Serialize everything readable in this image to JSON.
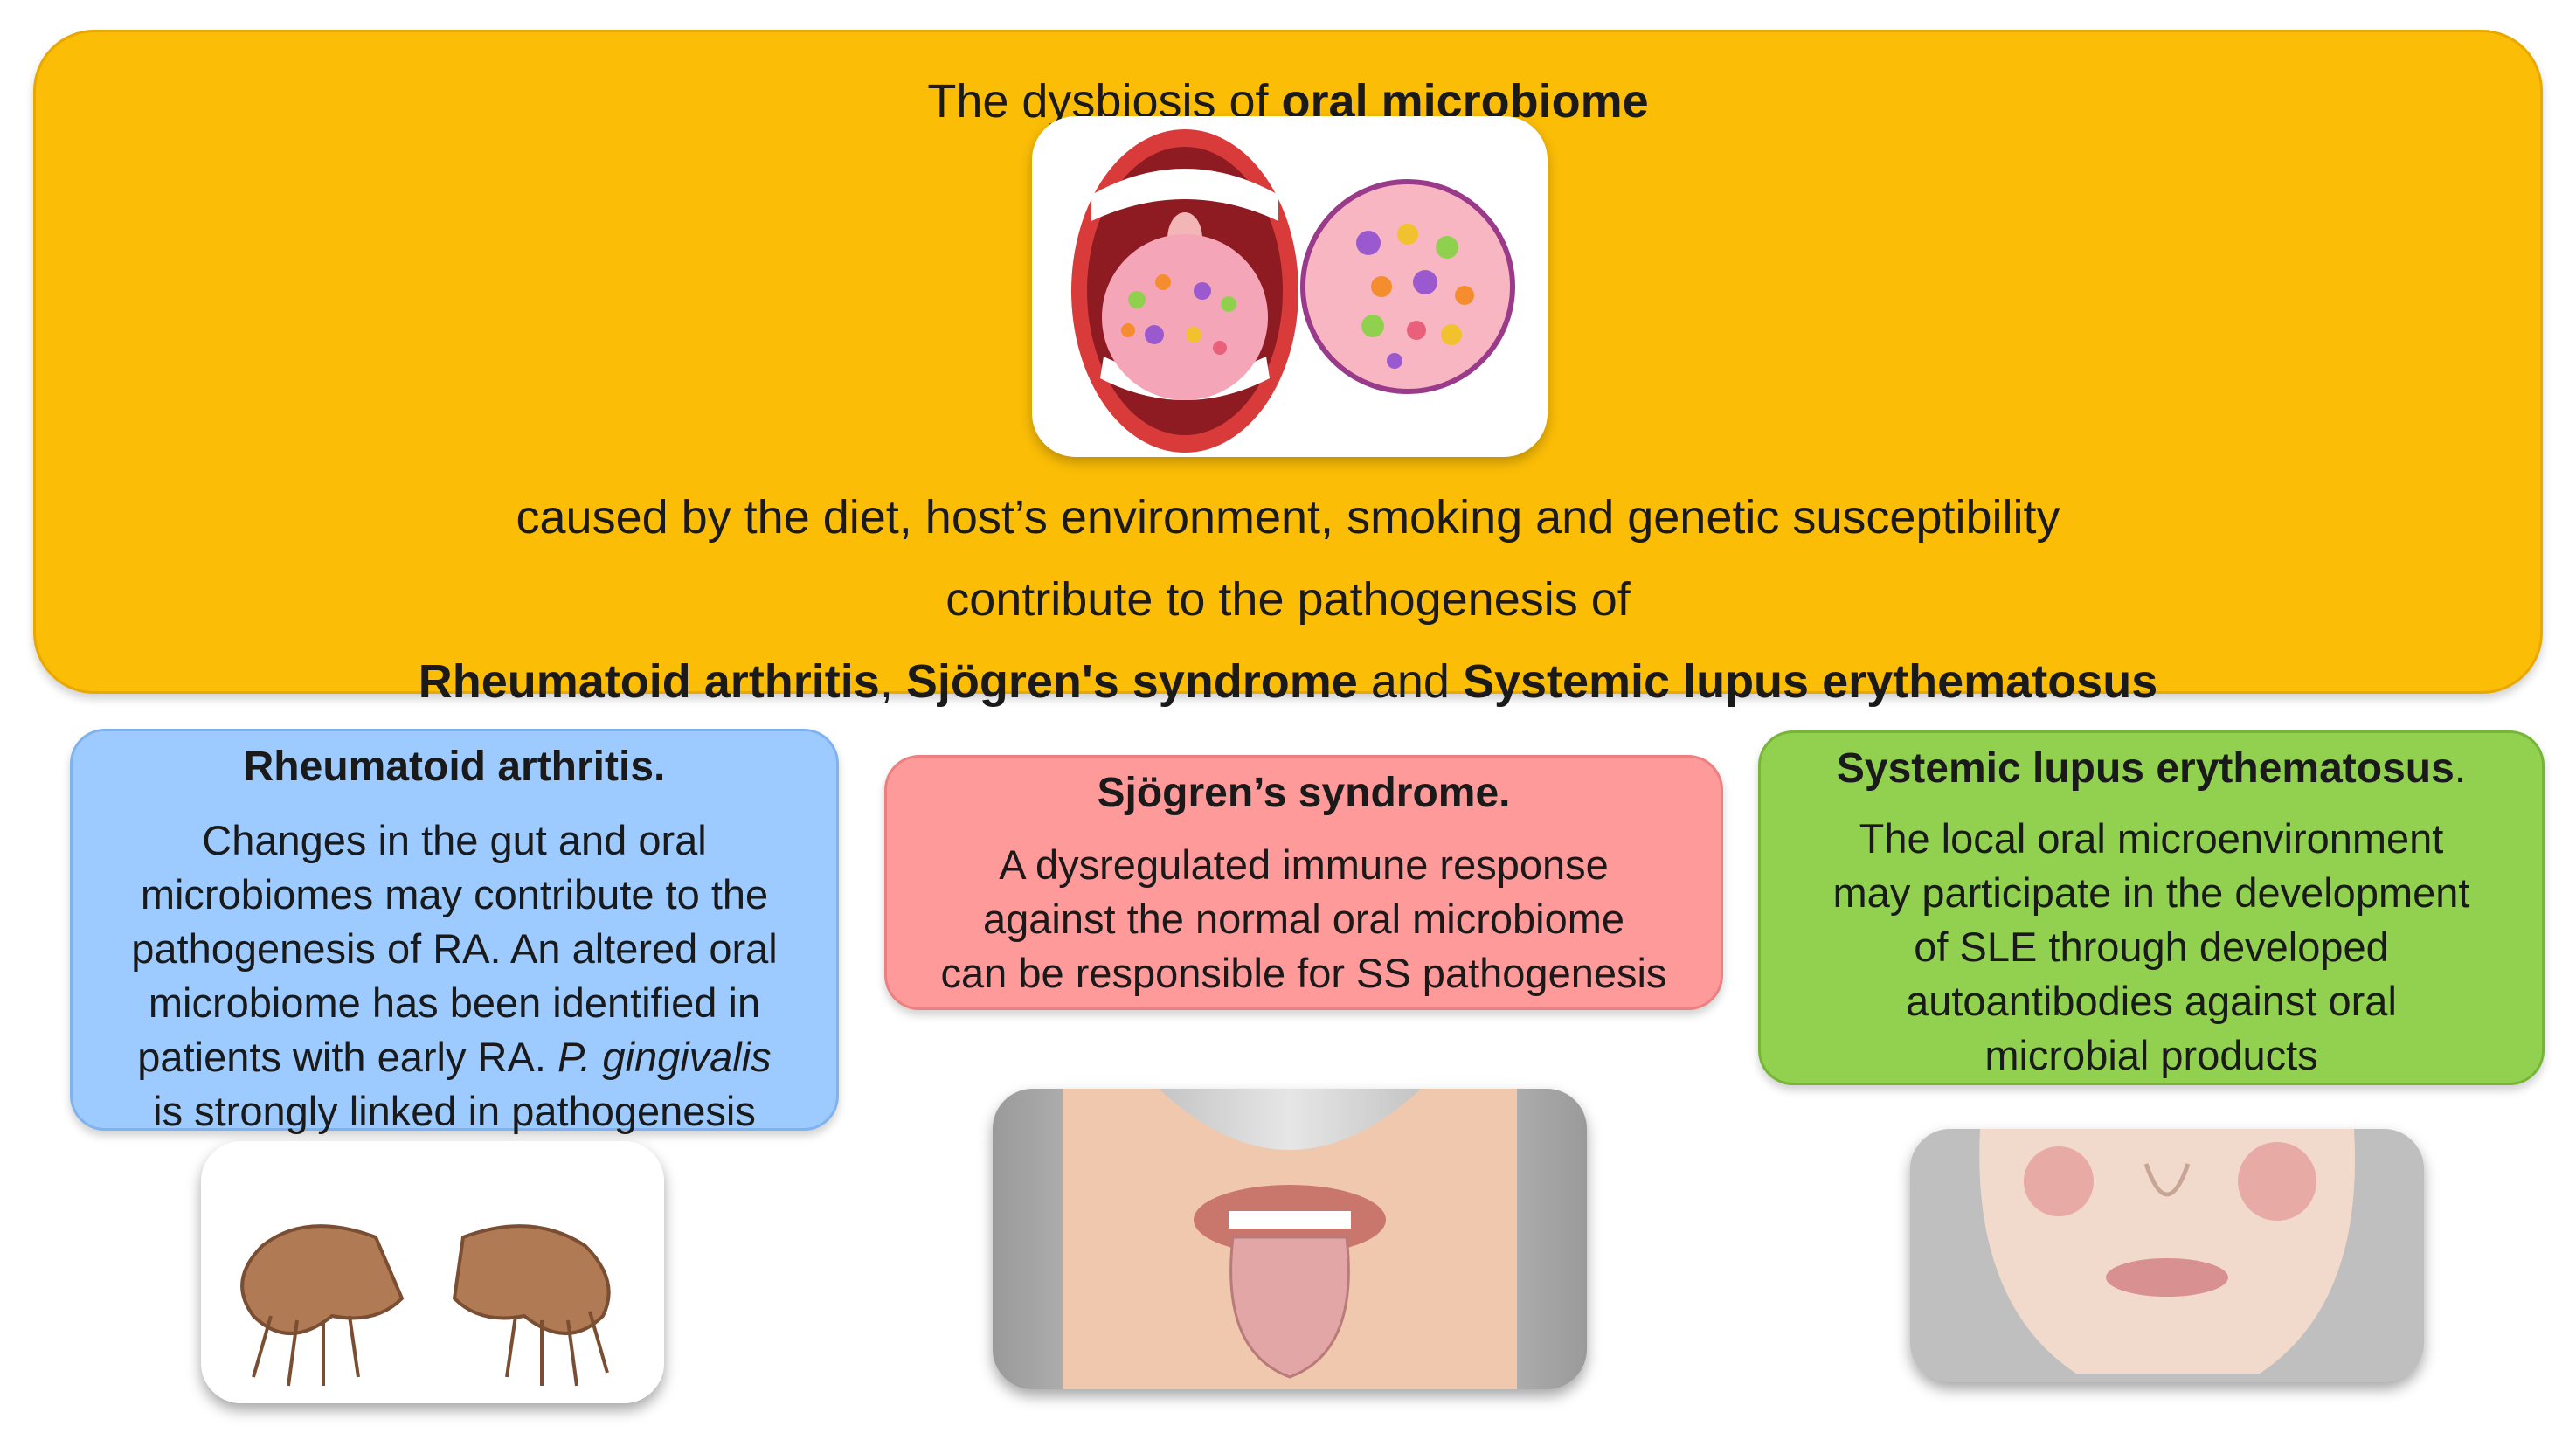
{
  "header": {
    "title_prefix": "The dysbiosis of ",
    "title_bold": "oral microbiome",
    "line1": "caused by the diet, host’s environment, smoking and genetic  susceptibility",
    "line2": "contribute to the pathogenesis of",
    "line3_ra": "Rheumatoid arthritis",
    "line3_sep1": ", ",
    "line3_ss": "Sjögren's syndrome",
    "line3_and": " and ",
    "line3_sle": "Systemic lupus erythematosus"
  },
  "cards": {
    "ra": {
      "title": "Rheumatoid arthritis.",
      "text_lines": [
        "Changes in the gut and oral",
        "microbiomes may contribute to the",
        "pathogenesis of RA. An altered oral",
        "microbiome has been identified in",
        "patients with early RA. ",
        "is strongly linked in  pathogenesis"
      ],
      "italic": "P. gingivalis"
    },
    "ss": {
      "title": "Sjögren’s syndrome.",
      "text_lines": [
        "A dysregulated immune response",
        "against the normal oral microbiome",
        "can be responsible for SS pathogenesis"
      ]
    },
    "sle": {
      "title": "Systemic lupus erythematosus",
      "title_dot": ".",
      "text_lines": [
        "The local oral microenvironment",
        "may participate in the development",
        "of SLE through developed",
        "autoantibodies against oral",
        "microbial products"
      ]
    }
  },
  "colors": {
    "top_panel": "#fbbd06",
    "ra_card": "#9ecbff",
    "ss_card": "#fe9a9a",
    "sle_card": "#92d050"
  },
  "icons": [
    "open-mouth-icon",
    "microbe-circle-icon",
    "hands-photo",
    "tongue-photo",
    "face-rash-photo"
  ]
}
